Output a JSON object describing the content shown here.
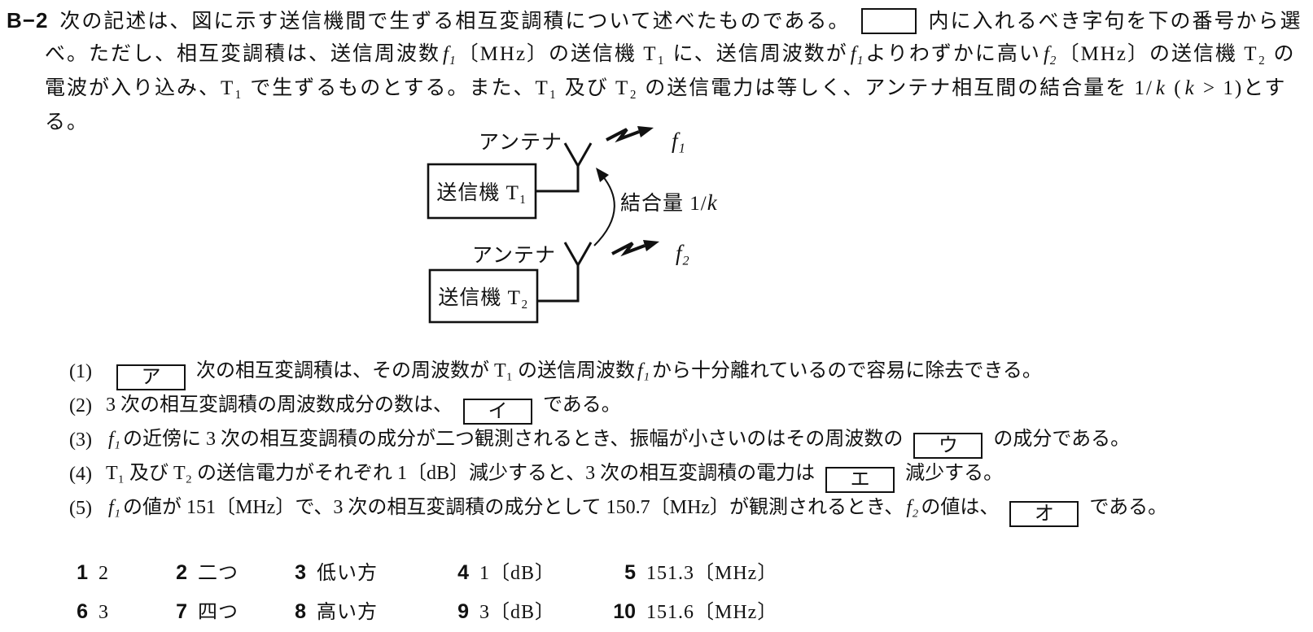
{
  "page": {
    "background": "#ffffff",
    "text_color": "#111111"
  },
  "question": {
    "id": "B−2",
    "intro_lines": [
      {
        "segments": [
          {
            "t": "text",
            "v": "次の記述は、図に示す送信機間で生ずる相互変調積について述べたものである。"
          },
          {
            "t": "blank",
            "v": ""
          },
          {
            "t": "text",
            "v": "内に入れるべき字句を下の番号から選"
          }
        ]
      },
      {
        "segments": [
          {
            "t": "text",
            "v": "べ。ただし、相互変調積は、送信周波数"
          },
          {
            "t": "var",
            "v": "f₁"
          },
          {
            "t": "text",
            "v": "〔MHz〕の送信機 T₁ に、送信周波数が"
          },
          {
            "t": "var",
            "v": "f₁"
          },
          {
            "t": "text",
            "v": "よりわずかに高い"
          },
          {
            "t": "var",
            "v": "f₂"
          },
          {
            "t": "text",
            "v": "〔MHz〕の送信機 T₂ の"
          }
        ]
      },
      {
        "segments": [
          {
            "t": "text",
            "v": "電波が入り込み、T₁ で生ずるものとする。また、T₁ 及び T₂ の送信電力は等しく、アンテナ相互間の結合量を 1/"
          },
          {
            "t": "var",
            "v": "k"
          },
          {
            "t": "text",
            "v": " ("
          },
          {
            "t": "var",
            "v": "k"
          },
          {
            "t": "text",
            "v": " > 1)とす"
          }
        ]
      },
      {
        "segments": [
          {
            "t": "text",
            "v": "る。"
          }
        ]
      }
    ]
  },
  "diagram": {
    "antenna_top": "アンテナ",
    "antenna_bottom": "アンテナ",
    "tx1": "送信機 T₁",
    "tx2": "送信機 T₂",
    "f1": "f₁",
    "f2": "f₂",
    "coupling_plain": "結合量 1/",
    "coupling_var": "k"
  },
  "items": [
    {
      "num": "(1)",
      "blank": "ア",
      "before": [],
      "after": [
        {
          "t": "text",
          "v": "次の相互変調積は、その周波数が T₁ の送信周波数"
        },
        {
          "t": "var",
          "v": "f₁"
        },
        {
          "t": "text",
          "v": "から十分離れているので容易に除去できる。"
        }
      ]
    },
    {
      "num": "(2)",
      "blank": "イ",
      "before": [
        {
          "t": "text",
          "v": "3 次の相互変調積の周波数成分の数は、"
        }
      ],
      "after": [
        {
          "t": "text",
          "v": "である。"
        }
      ]
    },
    {
      "num": "(3)",
      "blank": "ウ",
      "before": [
        {
          "t": "var",
          "v": "f₁"
        },
        {
          "t": "text",
          "v": "の近傍に 3 次の相互変調積の成分が二つ観測されるとき、振幅が小さいのはその周波数の"
        }
      ],
      "after": [
        {
          "t": "text",
          "v": "の成分である。"
        }
      ]
    },
    {
      "num": "(4)",
      "blank": "エ",
      "before": [
        {
          "t": "text",
          "v": "T₁ 及び T₂ の送信電力がそれぞれ 1〔dB〕減少すると、3 次の相互変調積の電力は"
        }
      ],
      "after": [
        {
          "t": "text",
          "v": "減少する。"
        }
      ]
    },
    {
      "num": "(5)",
      "blank": "オ",
      "before": [
        {
          "t": "var",
          "v": "f₁"
        },
        {
          "t": "text",
          "v": "の値が 151〔MHz〕で、3 次の相互変調積の成分として 150.7〔MHz〕が観測されるとき、"
        },
        {
          "t": "var",
          "v": "f₂"
        },
        {
          "t": "text",
          "v": "の値は、"
        }
      ],
      "after": [
        {
          "t": "text",
          "v": "である。"
        }
      ]
    }
  ],
  "options": {
    "rows": [
      [
        {
          "num": "1",
          "label": "2"
        },
        {
          "num": "2",
          "label": "二つ"
        },
        {
          "num": "3",
          "label": "低い方"
        },
        {
          "num": "4",
          "label": "1〔dB〕"
        },
        {
          "num": "5",
          "label": "151.3〔MHz〕"
        }
      ],
      [
        {
          "num": "6",
          "label": "3"
        },
        {
          "num": "7",
          "label": "四つ"
        },
        {
          "num": "8",
          "label": "高い方"
        },
        {
          "num": "9",
          "label": "3〔dB〕"
        },
        {
          "num": "10",
          "label": "151.6〔MHz〕"
        }
      ]
    ]
  }
}
